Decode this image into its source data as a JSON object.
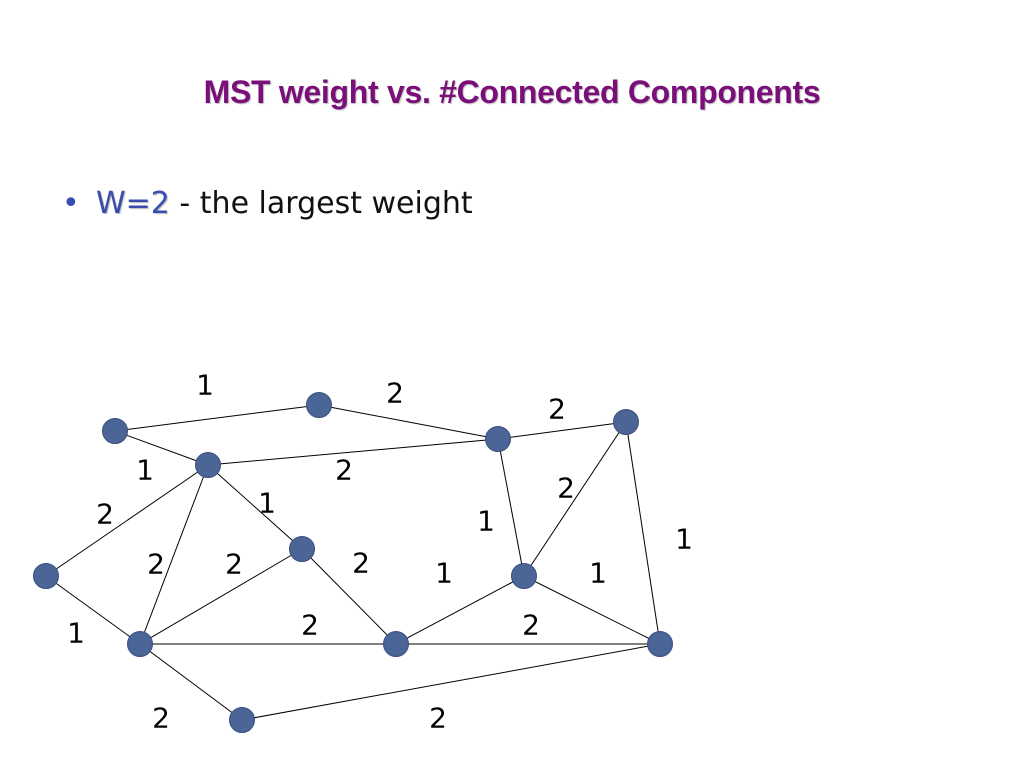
{
  "slide": {
    "title": "MST weight vs. #Connected Components",
    "bullet": {
      "symbol": "•",
      "highlight": "W=2",
      "text": " - the largest weight"
    }
  },
  "colors": {
    "title": "#7a0f7a",
    "highlight": "#3a4cb0",
    "bullet": "#3a4cb0",
    "node_fill": "#4c6597",
    "node_stroke": "#3a4f7a",
    "edge": "#000000"
  },
  "graph": {
    "edges": [
      {
        "from": "A",
        "to": "B",
        "weight": "1"
      },
      {
        "from": "A",
        "to": "D",
        "weight": "1"
      },
      {
        "from": "B",
        "to": "C",
        "weight": "2"
      },
      {
        "from": "C",
        "to": "E",
        "weight": "2"
      },
      {
        "from": "D",
        "to": "C",
        "weight": "2"
      },
      {
        "from": "D",
        "to": "F",
        "weight": "2"
      },
      {
        "from": "D",
        "to": "H",
        "weight": "2"
      },
      {
        "from": "D",
        "to": "G",
        "weight": "2"
      },
      {
        "from": "F",
        "to": "H",
        "weight": "1"
      },
      {
        "from": "H",
        "to": "G",
        "weight": "2"
      },
      {
        "from": "H",
        "to": "I",
        "weight": "2"
      },
      {
        "from": "H",
        "to": "K",
        "weight": "1"
      },
      {
        "from": "G",
        "to": "I",
        "weight": "2"
      },
      {
        "from": "I",
        "to": "J",
        "weight": "1"
      },
      {
        "from": "C",
        "to": "J",
        "weight": "1"
      },
      {
        "from": "E",
        "to": "J",
        "weight": "2"
      },
      {
        "from": "J",
        "to": "L",
        "weight": "1"
      },
      {
        "from": "E",
        "to": "L",
        "weight": "1"
      },
      {
        "from": "I",
        "to": "L",
        "weight": "2"
      },
      {
        "from": "K",
        "to": "L",
        "weight": "2"
      }
    ]
  }
}
